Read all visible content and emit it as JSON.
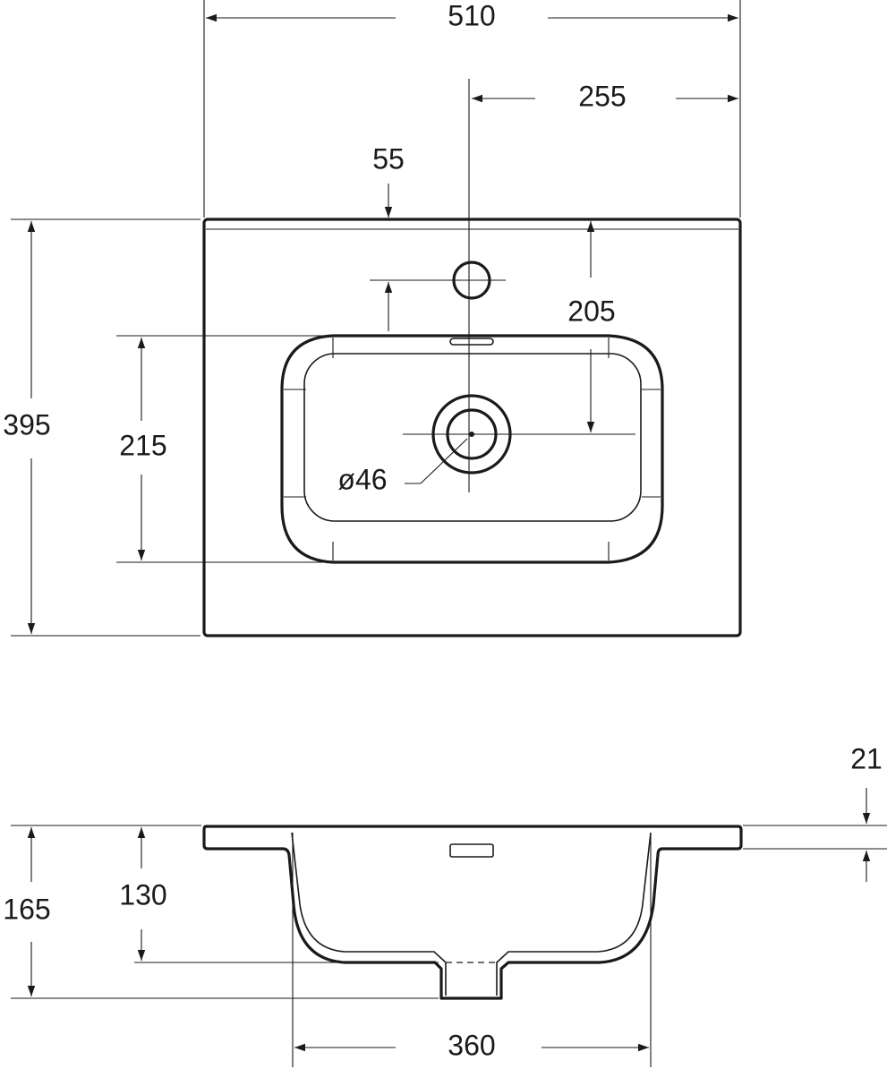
{
  "title": "Washbasin dimension drawing",
  "stroke_color": "#1a1a1a",
  "top_view": {
    "width": "510",
    "half_width": "255",
    "tap_hole_offset": "55",
    "drain_offset": "205",
    "depth": "395",
    "bowl_depth": "215",
    "drain_diameter": "ø46"
  },
  "side_view": {
    "slab_thickness": "21",
    "total_height": "165",
    "bowl_height": "130",
    "bowl_width": "360"
  }
}
